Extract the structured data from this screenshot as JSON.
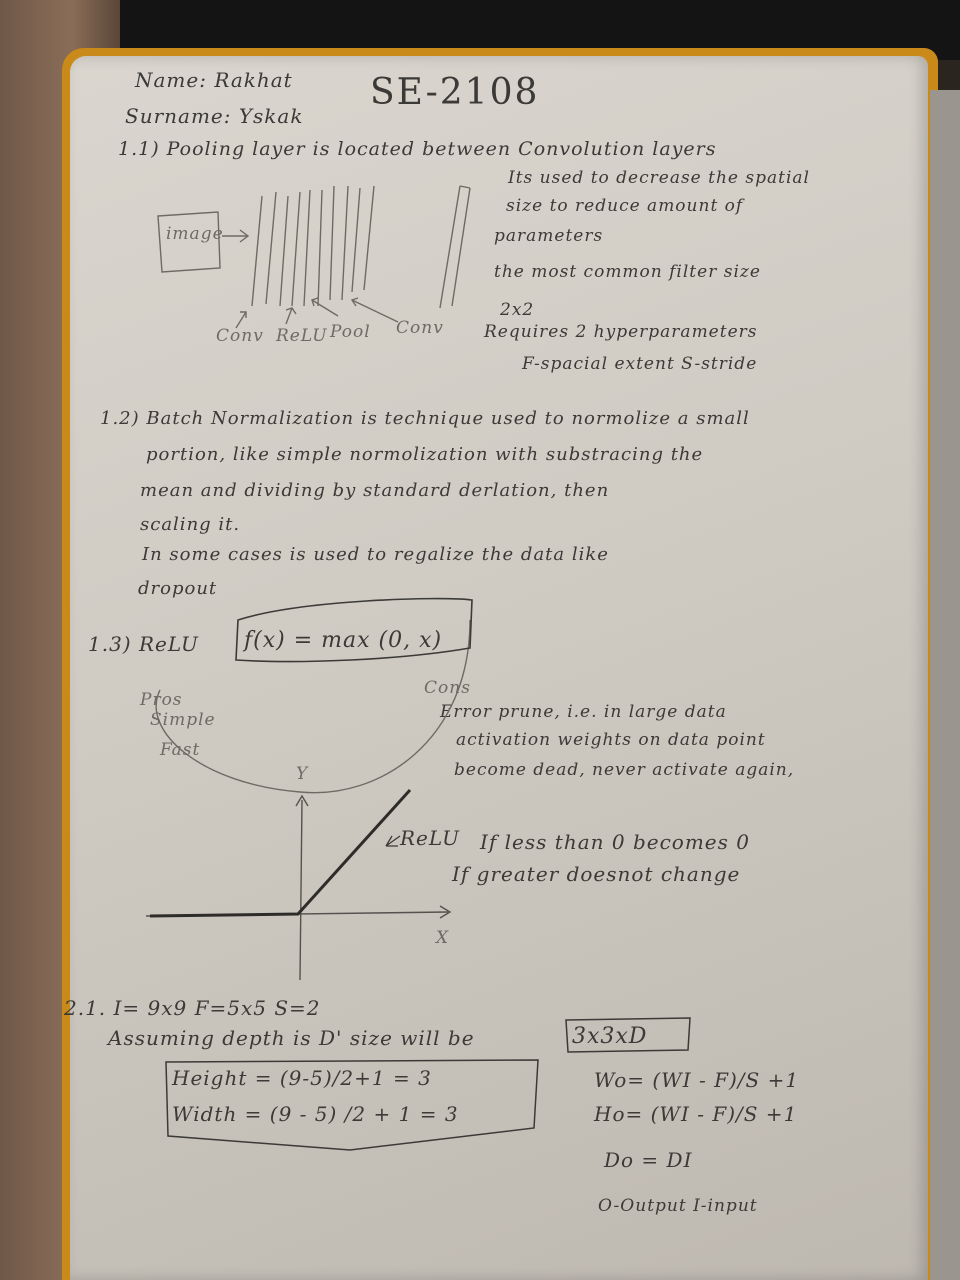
{
  "header": {
    "name_line": "Name: Rakhat",
    "surname_line": "Surname: Yskak",
    "group": "SE-2108"
  },
  "q1_1": {
    "heading": "1.1) Pooling layer is located between Convolution layers",
    "diagram": {
      "image_box": "image",
      "labels": [
        "Conv",
        "ReLU",
        "Pool",
        "Conv"
      ]
    },
    "notes": [
      "Its used to decrease the spatial",
      "size to reduce amount of",
      "parameters",
      "the most common filter size",
      "2x2",
      "Requires 2 hyperparameters",
      "F-spacial extent    S-stride"
    ]
  },
  "q1_2": {
    "lines": [
      "1.2) Batch Normalization is technique used to normolize a small",
      "portion, like simple normolization with substracing the",
      "mean and dividing by standard derlation, then",
      "scaling it.",
      "In some cases is used to regalize the data like",
      "dropout"
    ]
  },
  "q1_3": {
    "label": "1.3) ReLU",
    "formula": "f(x) = max (0, x)",
    "pros_title": "Pros",
    "pros": [
      "Simple",
      "Fast"
    ],
    "cons_title": "Cons",
    "cons": [
      "Error prune, i.e. in large data",
      "activation weights on data point",
      "become dead, never activate again,"
    ],
    "graph": {
      "y_axis": "Y",
      "x_axis": "X",
      "curve_label": "ReLU"
    },
    "notes": [
      "If less than 0 becomes 0",
      "If greater doesnot change"
    ]
  },
  "q2_1": {
    "given": "2.1. I= 9x9  F=5x5  S=2",
    "assume": "Assuming depth is D' size will be",
    "answer": "3x3xD",
    "calc": [
      "Height = (9-5)/2+1 = 3",
      "Width = (9 - 5) /2 + 1 = 3"
    ],
    "formulas": [
      "Wo= (WI - F)/S +1",
      "Ho= (WI - F)/S +1",
      "Do = DI",
      "O-Output  I-input"
    ]
  }
}
